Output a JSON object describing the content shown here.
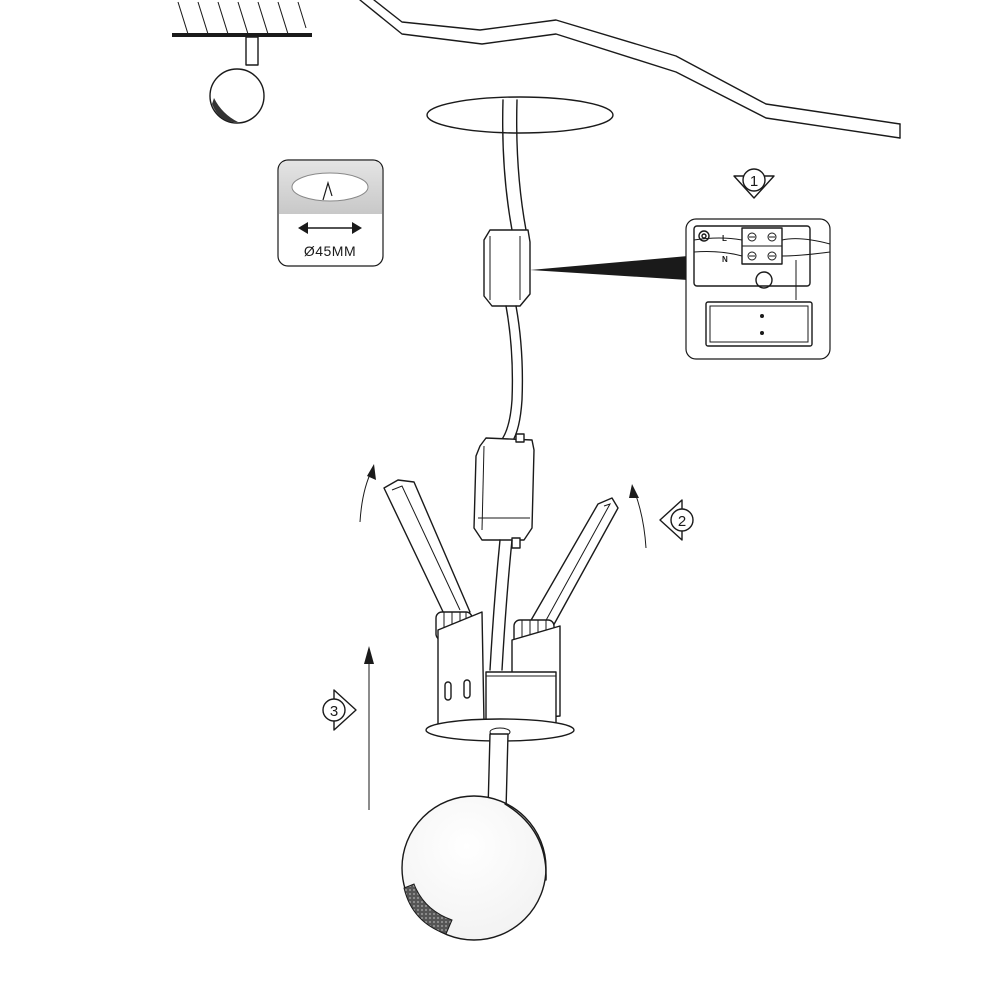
{
  "hole_size_label": "Ø45MM",
  "steps": [
    {
      "number": "1"
    },
    {
      "number": "2"
    },
    {
      "number": "3"
    }
  ],
  "terminal_labels": {
    "live": "L",
    "neutral": "N"
  },
  "colors": {
    "line": "#1a1a1a",
    "panel_shading": "#d9d9d9",
    "background": "#ffffff"
  }
}
